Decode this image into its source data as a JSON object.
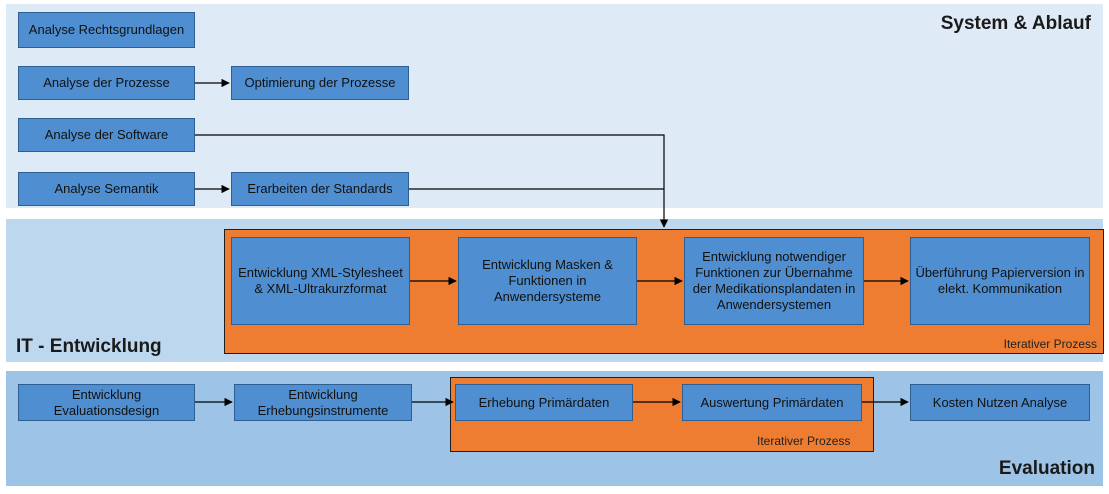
{
  "lanes": {
    "system": {
      "title": "System & Ablauf",
      "color": "#deebf7"
    },
    "it": {
      "title": "IT - Entwicklung",
      "color": "#bdd7ee"
    },
    "evaluation": {
      "title": "Evaluation",
      "color": "#9dc3e6"
    }
  },
  "boxes": {
    "analyse_rechtsgrundlagen": "Analyse Rechtsgrundlagen",
    "analyse_prozesse": "Analyse der Prozesse",
    "optimierung_prozesse": "Optimierung der Prozesse",
    "analyse_software": "Analyse der Software",
    "analyse_semantik": "Analyse Semantik",
    "erarbeiten_standards": "Erarbeiten der Standards",
    "entwicklung_xml": "Entwicklung XML-Stylesheet & XML-Ultrakurzformat",
    "entwicklung_masken": "Entwicklung Masken & Funktionen in Anwendersysteme",
    "entwicklung_funktionen": "Entwicklung  notwendiger Funktionen zur Übernahme der Medikationsplandaten in Anwendersystemen",
    "ueberfuehrung": "Überführung Papierversion in elekt. Kommunikation",
    "entwicklung_evaluationsdesign": "Entwicklung Evaluationsdesign",
    "entwicklung_erhebungsinstrumente": "Entwicklung Erhebungsinstrumente",
    "erhebung_primaerdaten": "Erhebung Primärdaten",
    "auswertung_primaerdaten": "Auswertung Primärdaten",
    "kosten_nutzen": "Kosten Nutzen Analyse"
  },
  "iterative": {
    "it_label": "Iterativer Prozess",
    "eval_label": "Iterativer Prozess",
    "color": "#ee7d31"
  },
  "colors": {
    "box_fill": "#4f8fd1",
    "box_border": "#2f5f92",
    "arrow": "#000000"
  }
}
